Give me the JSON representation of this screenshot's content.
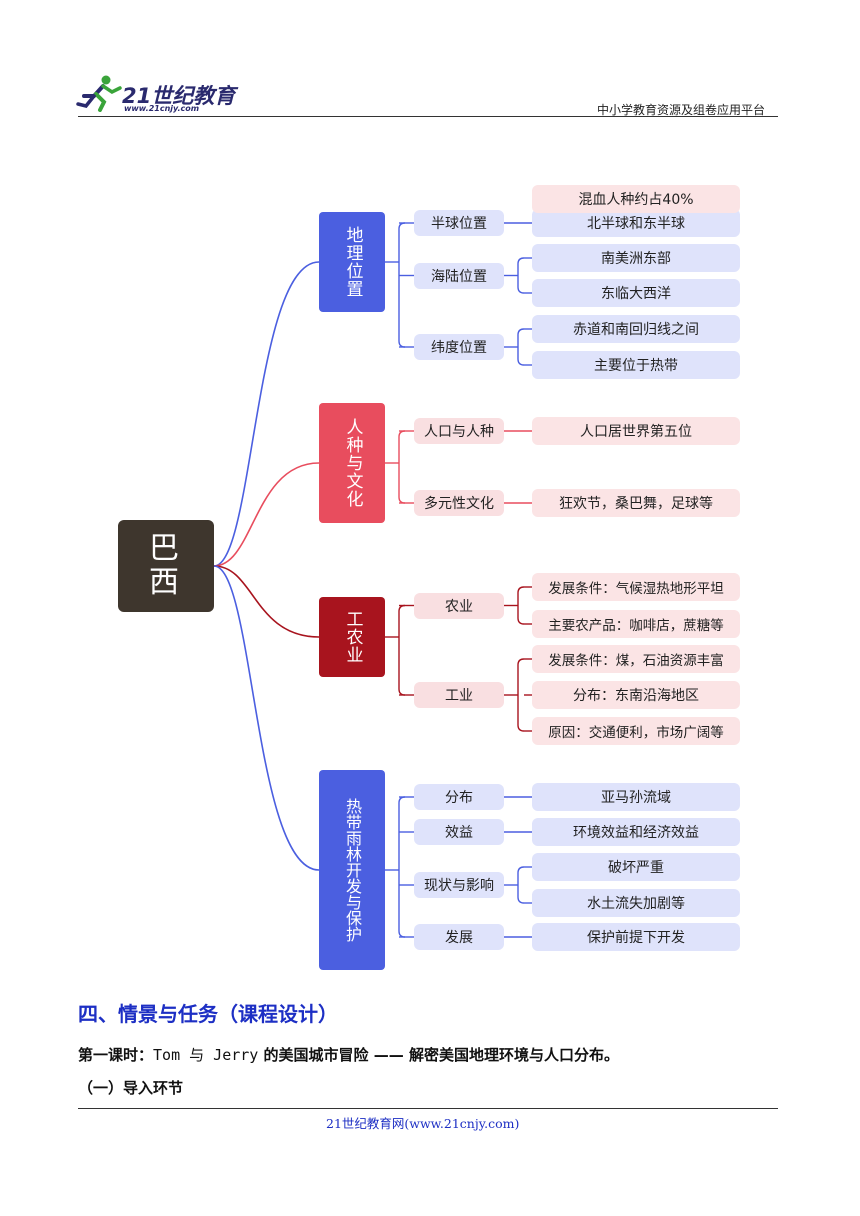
{
  "header": {
    "logo_text": "21世纪教育",
    "logo_url": "www.21cnjy.com",
    "platform": "中小学教育资源及组卷应用平台"
  },
  "colors": {
    "root": "#3e362d",
    "geo": "#4b5fe0",
    "people": "#e84d5e",
    "agri": "#a8141e",
    "forest": "#4b5fe0",
    "heading": "#1d2fc4"
  },
  "mindmap": {
    "root": "巴西",
    "cats": [
      {
        "label": "地理位置",
        "subs": [
          {
            "label": "半球位置",
            "leaves": [
              "北半球和东半球"
            ]
          },
          {
            "label": "海陆位置",
            "leaves": [
              "南美洲东部",
              "东临大西洋"
            ]
          },
          {
            "label": "纬度位置",
            "leaves": [
              "赤道和南回归线之间",
              "主要位于热带"
            ]
          }
        ]
      },
      {
        "label": "人种与文化",
        "subs": [
          {
            "label": "人口与人种",
            "leaves": [
              "人口居世界第五位",
              "混血人种约占40%"
            ]
          },
          {
            "label": "多元性文化",
            "leaves": [
              "狂欢节，桑巴舞，足球等"
            ]
          }
        ]
      },
      {
        "label": "工农业",
        "subs": [
          {
            "label": "农业",
            "leaves": [
              "发展条件：气候湿热地形平坦",
              "主要农产品：咖啡店，蔗糖等"
            ]
          },
          {
            "label": "工业",
            "leaves": [
              "发展条件：煤，石油资源丰富",
              "分布：东南沿海地区",
              "原因：交通便利，市场广阔等"
            ]
          }
        ]
      },
      {
        "label": "热带雨林开发与保护",
        "subs": [
          {
            "label": "分布",
            "leaves": [
              "亚马孙流域"
            ]
          },
          {
            "label": "效益",
            "leaves": [
              "环境效益和经济效益"
            ]
          },
          {
            "label": "现状与影响",
            "leaves": [
              "破坏严重",
              "水土流失加剧等"
            ]
          },
          {
            "label": "发展",
            "leaves": [
              "保护前提下开发"
            ]
          }
        ]
      }
    ]
  },
  "section": {
    "heading": "四、情景与任务（课程设计）",
    "lesson_prefix": "第一课时：",
    "lesson_mono": "Tom 与 Jerry",
    "lesson_suffix": " 的美国城市冒险 —— 解密美国地理环境与人口分布。",
    "intro": "（一）导入环节"
  },
  "footer": "21世纪教育网(www.21cnjy.com)"
}
